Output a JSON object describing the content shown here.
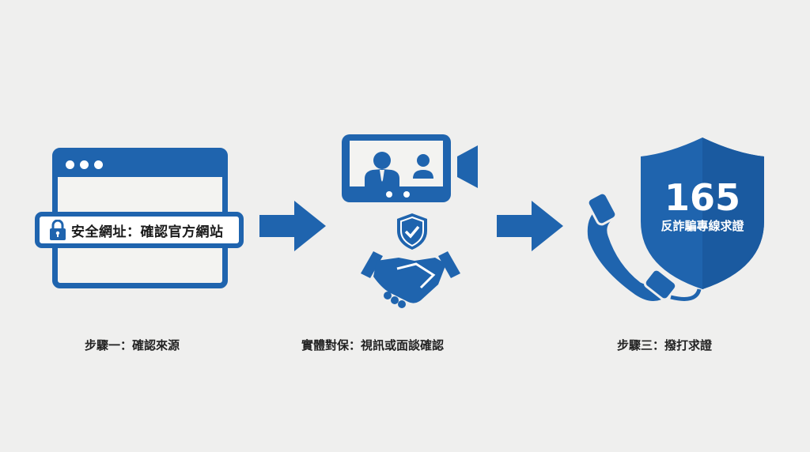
{
  "diagram": {
    "colors": {
      "primary": "#1f64ae",
      "background": "#efefee",
      "text": "#222222"
    },
    "steps": [
      {
        "id": "step1",
        "icon": "browser-window-icon",
        "url_bar": {
          "icon": "lock-icon",
          "text": "安全網址：確認官方網站"
        },
        "label": "步驟一：確認來源"
      },
      {
        "id": "step2",
        "icon": "video-call-icon",
        "sub_icons": [
          "shield-check-icon",
          "handshake-icon"
        ],
        "label": "實體對保：視訊或面談確認"
      },
      {
        "id": "step3",
        "icon": "phone-shield-icon",
        "shield": {
          "number": "165",
          "text": "反詐騙專線求證"
        },
        "label": "步驟三：撥打求證"
      }
    ],
    "arrows": [
      "arrow-right-icon",
      "arrow-right-icon"
    ]
  }
}
